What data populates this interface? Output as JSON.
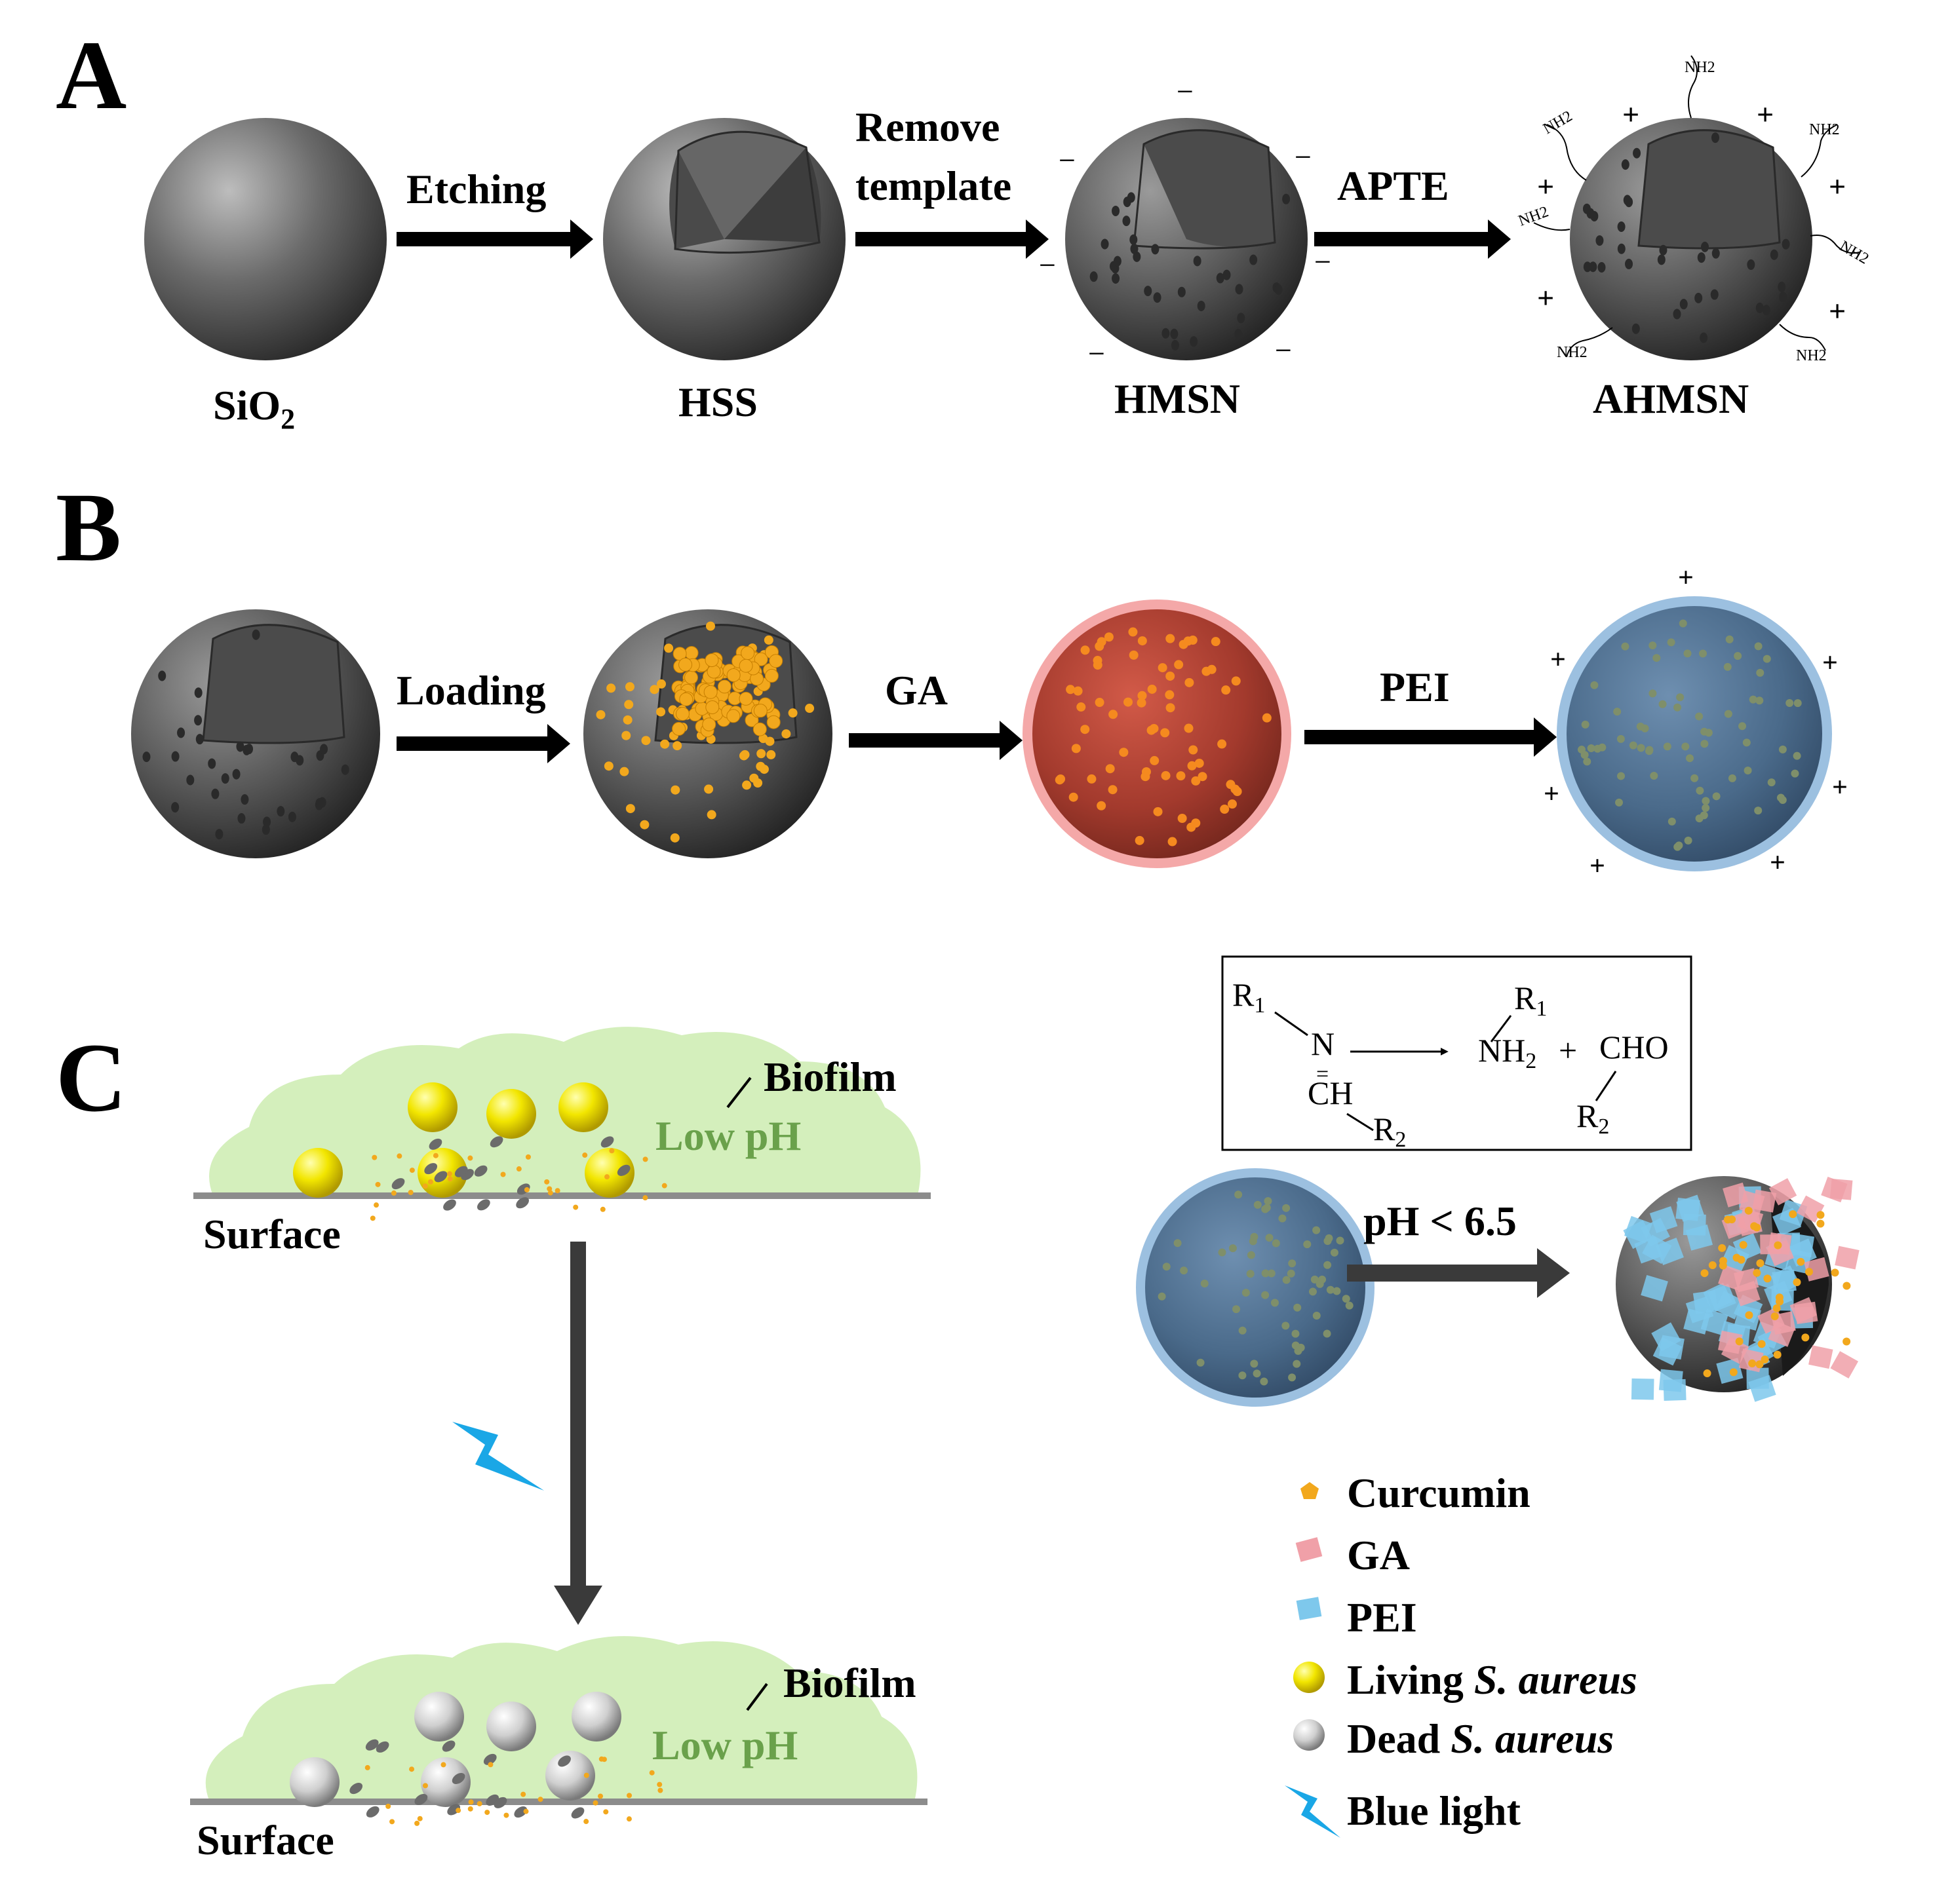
{
  "panel_A": {
    "letter": "A",
    "particles": [
      "SiO",
      "HSS",
      "HMSN",
      "AHMSN"
    ],
    "sio2_subscript": "2",
    "step1": "Etching",
    "step2_line1": "Remove",
    "step2_line2": "template",
    "step3": "APTE",
    "surface_group": "NH2",
    "negative_charge": "−",
    "positive_charge": "+"
  },
  "panel_B": {
    "letter": "B",
    "step1": "Loading",
    "step2": "GA",
    "step3": "PEI",
    "positive_charge": "+"
  },
  "panel_C": {
    "letter": "C",
    "biofilm_label": "Biofilm",
    "low_ph_label": "Low pH",
    "surface_label": "Surface",
    "trigger": "pH < 6.5",
    "reaction": {
      "r1": "R",
      "r1_sub": "1",
      "r2": "R",
      "r2_sub": "2",
      "n": "N",
      "double_bond": "=",
      "ch": "CH",
      "nh2": "NH",
      "nh2_sub": "2",
      "plus": "+",
      "cho": "CHO"
    },
    "legend": [
      {
        "label": "Curcumin",
        "icon": "curcumin-pentagon-icon"
      },
      {
        "label": "GA",
        "icon": "ga-square-icon"
      },
      {
        "label": "PEI",
        "icon": "pei-square-icon"
      },
      {
        "label": "Living ",
        "italic": "S. aureus",
        "icon": "living-bacteria-icon"
      },
      {
        "label": "Dead ",
        "italic": "S. aureus",
        "icon": "dead-bacteria-icon"
      },
      {
        "label": "Blue light",
        "icon": "lightning-icon"
      }
    ]
  },
  "colors": {
    "silica": "#5a5a5a",
    "curcumin": "#f2a81d",
    "ga": "#c94a3a",
    "ga_fragment": "#f0a0a8",
    "pei": "#4a6f92",
    "pei_fragment": "#7ec8ec",
    "biofilm": "#d4efbc",
    "low_ph_text": "#6aa14b",
    "living": "#f2e600",
    "lightning": "#1aa7e6"
  }
}
